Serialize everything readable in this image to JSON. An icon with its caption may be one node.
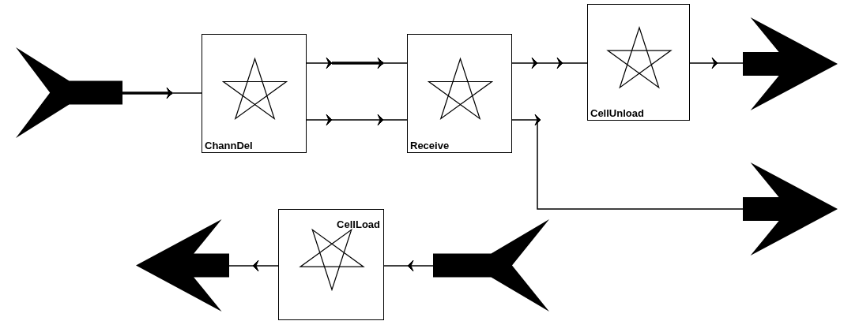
{
  "diagram": {
    "nodes": [
      {
        "text": [],
        "shape": "arrow"
      },
      {
        "text": [
          "ChannDel"
        ]
      },
      {
        "text": [
          "Receive"
        ]
      },
      {
        "text": [
          "CellUnload"
        ]
      },
      {
        "text": [],
        "shape": "arrow"
      },
      {
        "text": [],
        "shape": "arrow"
      },
      {
        "text": [],
        "shape": "arrow"
      },
      {
        "text": [
          "CellLoad"
        ]
      },
      {
        "text": [],
        "shape": "arrow"
      }
    ],
    "edges": [
      {
        "from": 0,
        "to": 1,
        "arrow": "to"
      },
      {
        "from": 1,
        "to": 2,
        "arrow": "to"
      },
      {
        "from": 1,
        "to": 2,
        "arrow": "to"
      },
      {
        "from": 2,
        "to": 3,
        "arrow": "to"
      },
      {
        "from": 3,
        "to": 4,
        "arrow": "to"
      },
      {
        "from": 2,
        "to": 5,
        "arrow": "to"
      },
      {
        "from": 8,
        "to": 7,
        "arrow": "to"
      },
      {
        "from": 7,
        "to": 6,
        "arrow": "to"
      }
    ]
  }
}
